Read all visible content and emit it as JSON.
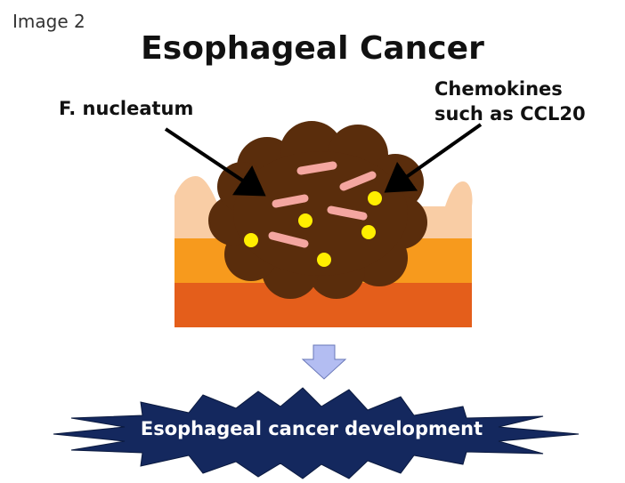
{
  "image_label": "Image 2",
  "title": "Esophageal Cancer",
  "labels": {
    "bacterium": "F. nucleatum",
    "chemokine_line1": "Chemokines",
    "chemokine_line2": "such as CCL20"
  },
  "outcome": "Esophageal cancer development",
  "colors": {
    "tissue_top": "#f9cda5",
    "tissue_middle": "#f79a1d",
    "tissue_bottom": "#e45e1b",
    "tumor": "#5a2d0c",
    "bacteria": "#f4a6a0",
    "chemokine_dots": "#ffee00",
    "down_arrow": "#b3bdf2",
    "starburst": "#14285e"
  }
}
